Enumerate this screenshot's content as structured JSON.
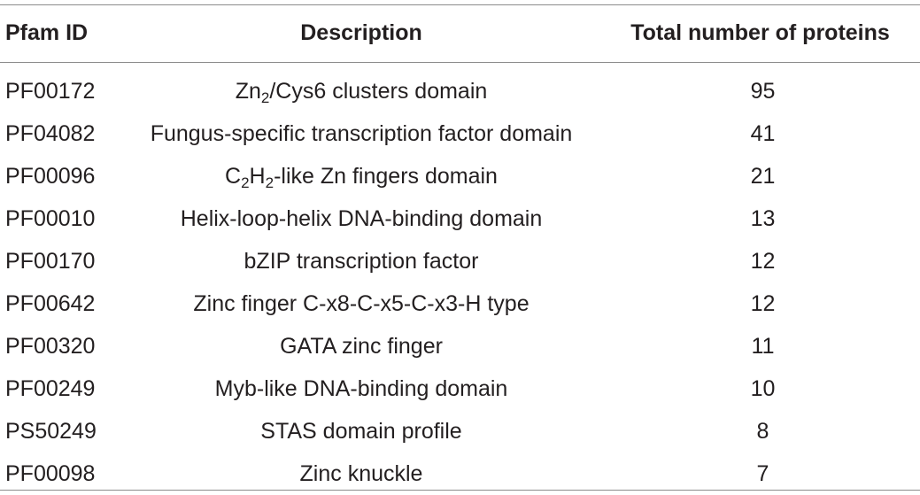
{
  "table": {
    "headers": {
      "pfam_id": "Pfam ID",
      "description": "Description",
      "total": "Total number of proteins"
    },
    "rows": [
      {
        "id": "PF00172",
        "desc_parts": [
          [
            "Zn",
            ""
          ],
          [
            "2",
            "sub"
          ],
          [
            "/Cys6 clusters domain",
            ""
          ]
        ],
        "total": "95"
      },
      {
        "id": "PF04082",
        "desc_parts": [
          [
            "Fungus-specific transcription factor domain",
            ""
          ]
        ],
        "total": "41"
      },
      {
        "id": "PF00096",
        "desc_parts": [
          [
            "C",
            ""
          ],
          [
            "2",
            "sub"
          ],
          [
            "H",
            ""
          ],
          [
            "2",
            "sub"
          ],
          [
            "-like Zn fingers domain",
            ""
          ]
        ],
        "total": "21"
      },
      {
        "id": "PF00010",
        "desc_parts": [
          [
            "Helix-loop-helix DNA-binding domain",
            ""
          ]
        ],
        "total": "13"
      },
      {
        "id": "PF00170",
        "desc_parts": [
          [
            "bZIP transcription factor",
            ""
          ]
        ],
        "total": "12"
      },
      {
        "id": "PF00642",
        "desc_parts": [
          [
            "Zinc finger C-x8-C-x5-C-x3-H type",
            ""
          ]
        ],
        "total": "12"
      },
      {
        "id": "PF00320",
        "desc_parts": [
          [
            "GATA zinc finger",
            ""
          ]
        ],
        "total": "11"
      },
      {
        "id": "PF00249",
        "desc_parts": [
          [
            "Myb-like DNA-binding domain",
            ""
          ]
        ],
        "total": "10"
      },
      {
        "id": "PS50249",
        "desc_parts": [
          [
            "STAS domain profile",
            ""
          ]
        ],
        "total": "8"
      },
      {
        "id": "PF00098",
        "desc_parts": [
          [
            "Zinc knuckle",
            ""
          ]
        ],
        "total": "7"
      }
    ]
  }
}
